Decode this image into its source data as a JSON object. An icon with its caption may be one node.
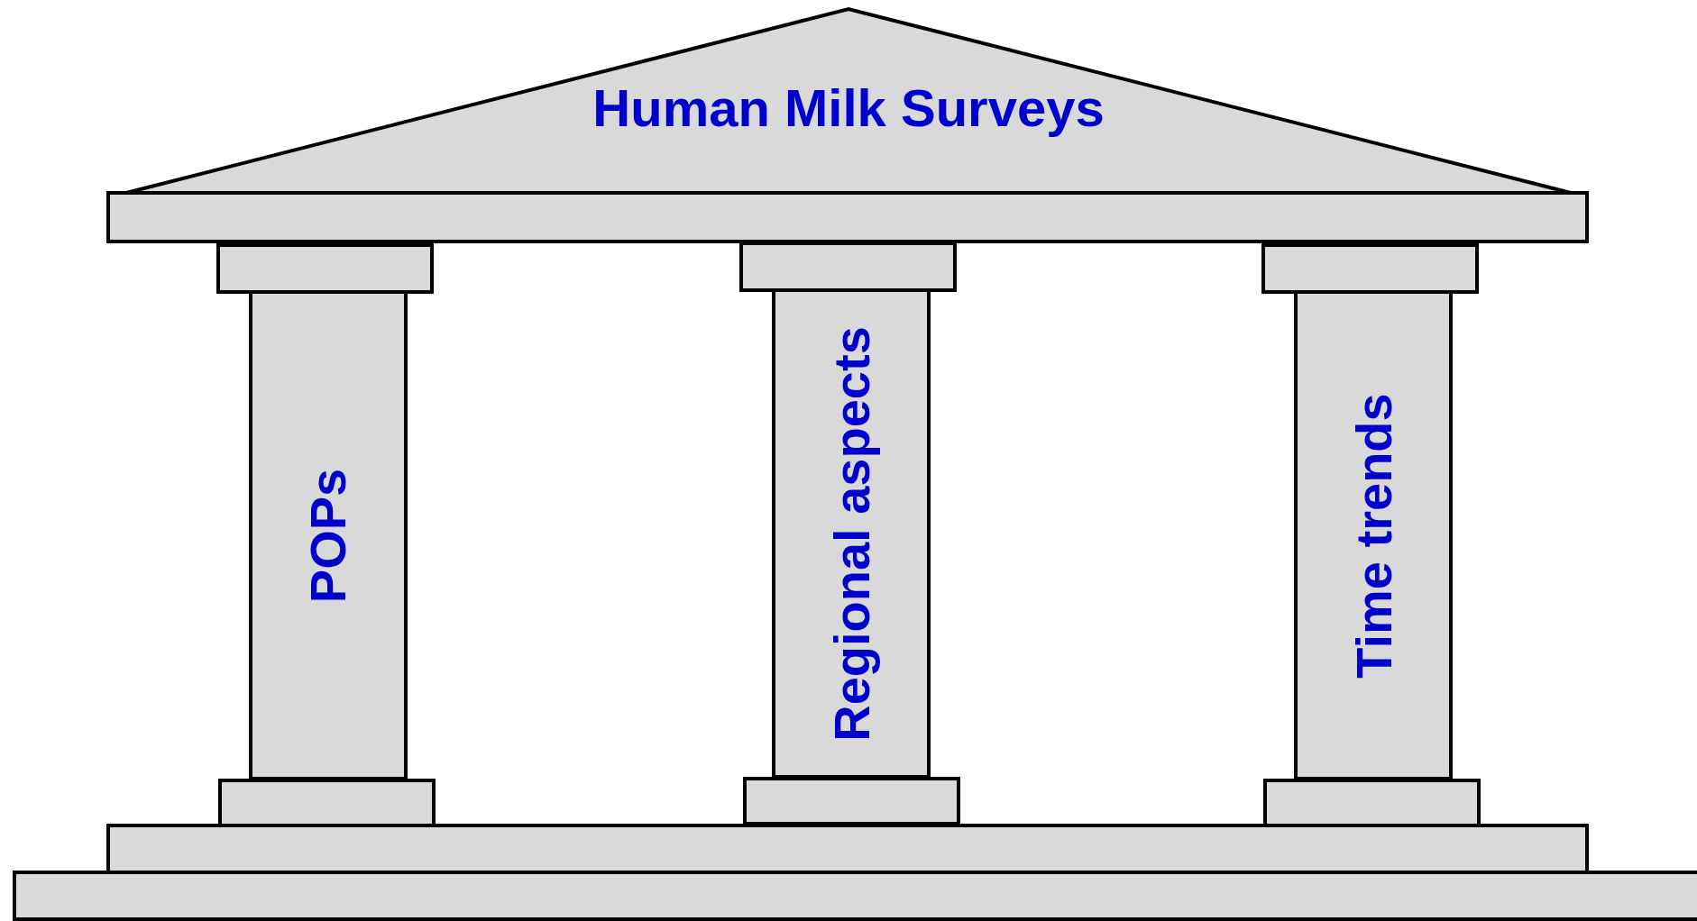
{
  "diagram": {
    "nodes": [
      {
        "text": [
          "Human Milk Surveys"
        ]
      },
      {
        "text": [],
        "shape": "box"
      },
      {
        "text": [],
        "shape": "box"
      },
      {
        "text": [],
        "shape": "box"
      },
      {
        "text": [],
        "shape": "box"
      },
      {
        "text": [
          "POPs"
        ]
      },
      {
        "text": [
          "Regional aspects"
        ]
      },
      {
        "text": [
          "Time trends"
        ]
      },
      {
        "text": [],
        "shape": "box"
      },
      {
        "text": [],
        "shape": "box"
      },
      {
        "text": [],
        "shape": "box"
      },
      {
        "text": [],
        "shape": "box"
      },
      {
        "text": [],
        "shape": "box"
      }
    ]
  }
}
